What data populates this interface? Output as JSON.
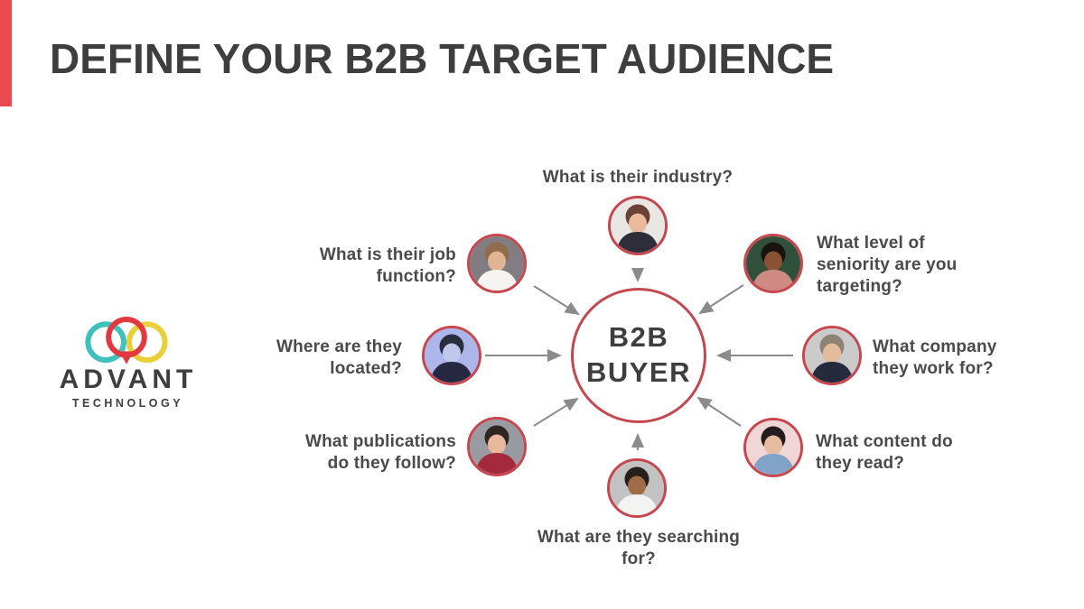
{
  "slide": {
    "title": "DEFINE YOUR B2B TARGET AUDIENCE",
    "colors": {
      "accent": "#e9494f",
      "title_text": "#3e3e3e",
      "question_text": "#4a4a4a",
      "arrow": "#8b8b8b",
      "center_border": "#c4484f",
      "photo_border": "#c8474f"
    }
  },
  "logo": {
    "name": "ADVANT",
    "subtitle": "TECHNOLOGY",
    "mark_colors": {
      "left_ring": "#3fc0bd",
      "pin": "#e2383f",
      "right_ring": "#e9d03a"
    }
  },
  "diagram": {
    "center": {
      "line1": "B2B",
      "line2": "BUYER"
    },
    "spokes": [
      {
        "position": "top",
        "question": "What is their industry?",
        "photo": {
          "description": "businesswoman with dark hair in blazer, white office background",
          "bg": "#e9e7e4",
          "hair": "#6b4137",
          "skin": "#e9bb9c",
          "shirt": "#2e2e38"
        }
      },
      {
        "position": "top-right",
        "question": "What level of seniority are you targeting?",
        "photo": {
          "description": "laughing woman with curly hair, dark green background",
          "bg": "#31503c",
          "hair": "#191310",
          "skin": "#8a5233",
          "shirt": "#d08a84"
        }
      },
      {
        "position": "right",
        "question": "What company they work for?",
        "photo": {
          "description": "man with glasses in dark suit, light gray background",
          "bg": "#cbcbcb",
          "hair": "#8c8374",
          "skin": "#e5bb9d",
          "shirt": "#252a3c"
        }
      },
      {
        "position": "bottom-right",
        "question": "What content do they read?",
        "photo": {
          "description": "woman with dark hair in denim jacket, pink background",
          "bg": "#f0d6d6",
          "hair": "#221c1c",
          "skin": "#e7bda1",
          "shirt": "#82a3c8"
        }
      },
      {
        "position": "bottom",
        "question": "What are they searching for?",
        "photo": {
          "description": "smiling man with beard in white shirt, gray background",
          "bg": "#c2c2c2",
          "hair": "#27201a",
          "skin": "#a06c48",
          "shirt": "#f3f3f1"
        }
      },
      {
        "position": "bottom-left",
        "question": "What publications do they follow?",
        "photo": {
          "description": "smiling woman with long dark hair in dark red top",
          "bg": "#9a9aa2",
          "hair": "#2f2522",
          "skin": "#eab89a",
          "shirt": "#a32a3c"
        }
      },
      {
        "position": "left",
        "question": "Where are they located?",
        "photo": {
          "description": "woman in blue-violet light wearing dark turtleneck",
          "bg": "#adb6ea",
          "hair": "#2b2f3d",
          "skin": "#bfc8ec",
          "shirt": "#252840"
        }
      },
      {
        "position": "top-left",
        "question": "What is their job function?",
        "photo": {
          "description": "man in white shirt talking on phone",
          "bg": "#817d82",
          "hair": "#8f6c4c",
          "skin": "#e2b496",
          "shirt": "#f6f4f0"
        }
      }
    ]
  }
}
